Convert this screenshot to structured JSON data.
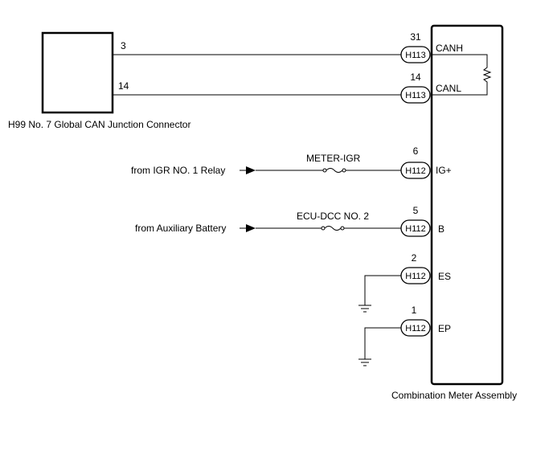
{
  "left_connector": {
    "label": "H99  No. 7 Global CAN Junction Connector",
    "pins": [
      "3",
      "14"
    ]
  },
  "meter": {
    "label": "Combination Meter Assembly",
    "terminals": [
      {
        "pin": "31",
        "connector": "H113",
        "name": "CANH"
      },
      {
        "pin": "14",
        "connector": "H113",
        "name": "CANL"
      },
      {
        "pin": "6",
        "connector": "H112",
        "name": "IG+"
      },
      {
        "pin": "5",
        "connector": "H112",
        "name": "B"
      },
      {
        "pin": "2",
        "connector": "H112",
        "name": "ES"
      },
      {
        "pin": "1",
        "connector": "H112",
        "name": "EP"
      }
    ]
  },
  "sources": {
    "igr": "from IGR NO. 1 Relay",
    "aux": "from Auxiliary Battery"
  },
  "fuses": {
    "meter_igr": "METER-IGR",
    "ecu_dcc": "ECU-DCC NO. 2"
  },
  "icons": {
    "resistor": "resistor-icon",
    "fuse": "fuse-icon",
    "ground": "ground-icon",
    "arrow": "arrow-right-icon"
  }
}
